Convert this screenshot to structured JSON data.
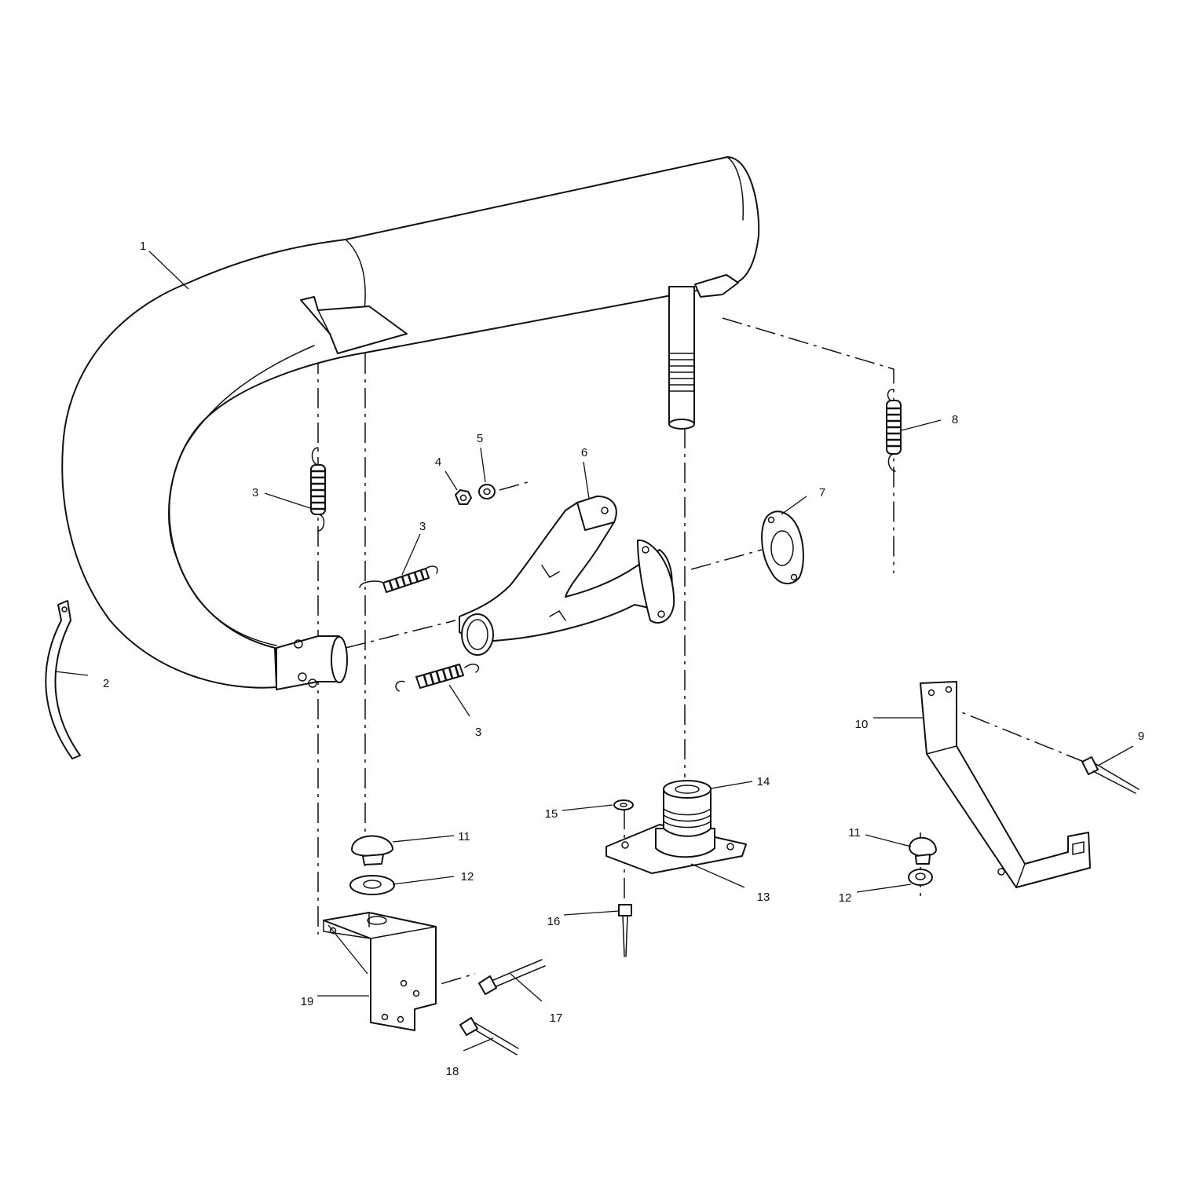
{
  "callouts": [
    {
      "id": "1",
      "label": "1"
    },
    {
      "id": "2",
      "label": "2"
    },
    {
      "id": "3a",
      "label": "3"
    },
    {
      "id": "3b",
      "label": "3"
    },
    {
      "id": "3c",
      "label": "3"
    },
    {
      "id": "4",
      "label": "4"
    },
    {
      "id": "5",
      "label": "5"
    },
    {
      "id": "6",
      "label": "6"
    },
    {
      "id": "7",
      "label": "7"
    },
    {
      "id": "8",
      "label": "8"
    },
    {
      "id": "9",
      "label": "9"
    },
    {
      "id": "10",
      "label": "10"
    },
    {
      "id": "11a",
      "label": "11"
    },
    {
      "id": "11b",
      "label": "11"
    },
    {
      "id": "12a",
      "label": "12"
    },
    {
      "id": "12b",
      "label": "12"
    },
    {
      "id": "13",
      "label": "13"
    },
    {
      "id": "14",
      "label": "14"
    },
    {
      "id": "15",
      "label": "15"
    },
    {
      "id": "16",
      "label": "16"
    },
    {
      "id": "17",
      "label": "17"
    },
    {
      "id": "18",
      "label": "18"
    },
    {
      "id": "19",
      "label": "19"
    }
  ]
}
